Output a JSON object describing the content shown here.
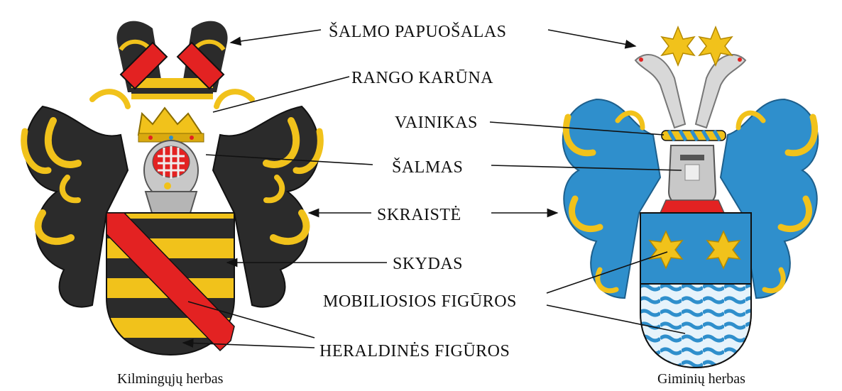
{
  "labels": {
    "salmo_papuosalas": "ŠALMO PAPUOŠALAS",
    "rango_karuna": "RANGO KARŪNA",
    "vainikas": "VAINIKAS",
    "salmas": "ŠALMAS",
    "skraiste": "SKRAISTĖ",
    "skydas": "SKYDAS",
    "mobiliosios_figuros": "MOBILIOSIOS FIGŪROS",
    "heraldines_figuros": "HERALDINĖS FIGŪROS"
  },
  "captions": {
    "left": "Kilmingųjų herbas",
    "right": "Giminių herbas"
  },
  "colors": {
    "black": "#2b2b2b",
    "gold": "#f1c21b",
    "red": "#e32222",
    "blue": "#2f8fcc",
    "silver": "#c8c8c8"
  }
}
